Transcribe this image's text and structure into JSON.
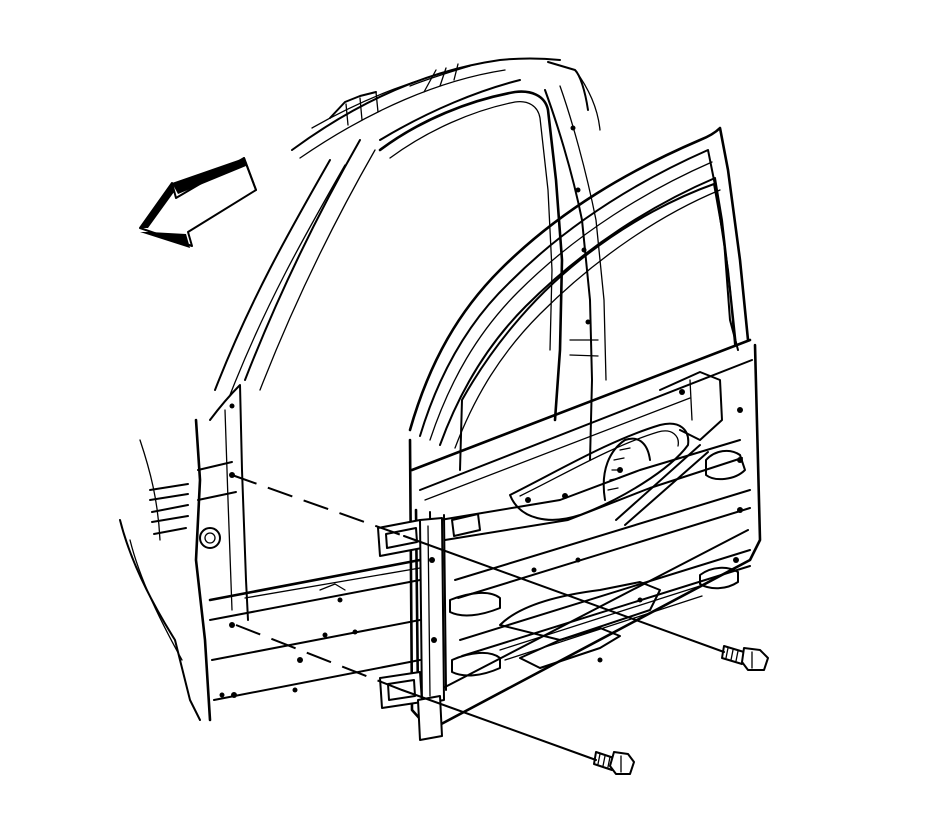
{
  "figure": {
    "kind": "exploded installation illustration",
    "colors": {
      "line": "#000000",
      "background": "#ffffff"
    },
    "components": [
      {
        "id": "body-pillar",
        "icon": "body-hinge-pillar"
      },
      {
        "id": "front-door",
        "icon": "front-door-frame"
      },
      {
        "id": "upper-hinge",
        "icon": "door-hinge"
      },
      {
        "id": "lower-hinge",
        "icon": "door-hinge"
      },
      {
        "id": "upper-bolt",
        "icon": "hinge-bolt"
      },
      {
        "id": "lower-bolt",
        "icon": "hinge-bolt"
      },
      {
        "id": "direction-arrow",
        "icon": "front-of-vehicle-arrow"
      }
    ]
  }
}
